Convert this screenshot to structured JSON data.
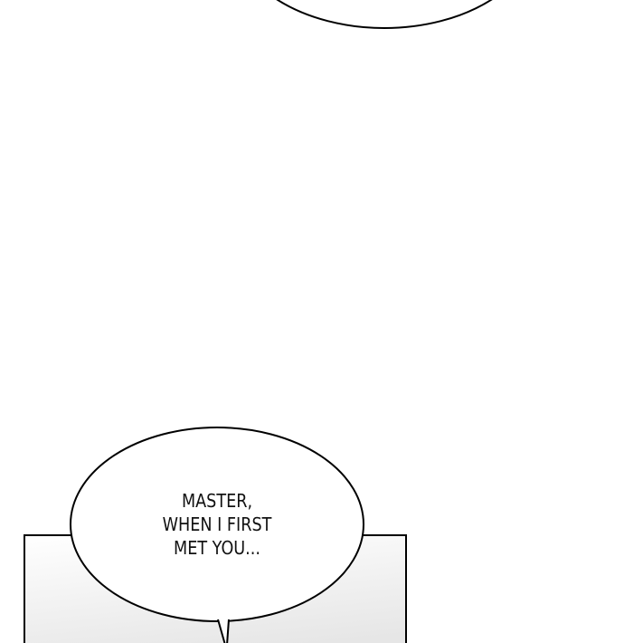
{
  "page": {
    "type": "webcomic-panel",
    "background": "#ffffff",
    "line_color": "#000000"
  },
  "top_bubble": {
    "text": ""
  },
  "panel": {
    "gradient_start": "#ffffff",
    "gradient_end": "#e9e9e9"
  },
  "speech_bubble": {
    "lines": [
      "MASTER,",
      "WHEN I FIRST",
      "MET YOU..."
    ]
  }
}
